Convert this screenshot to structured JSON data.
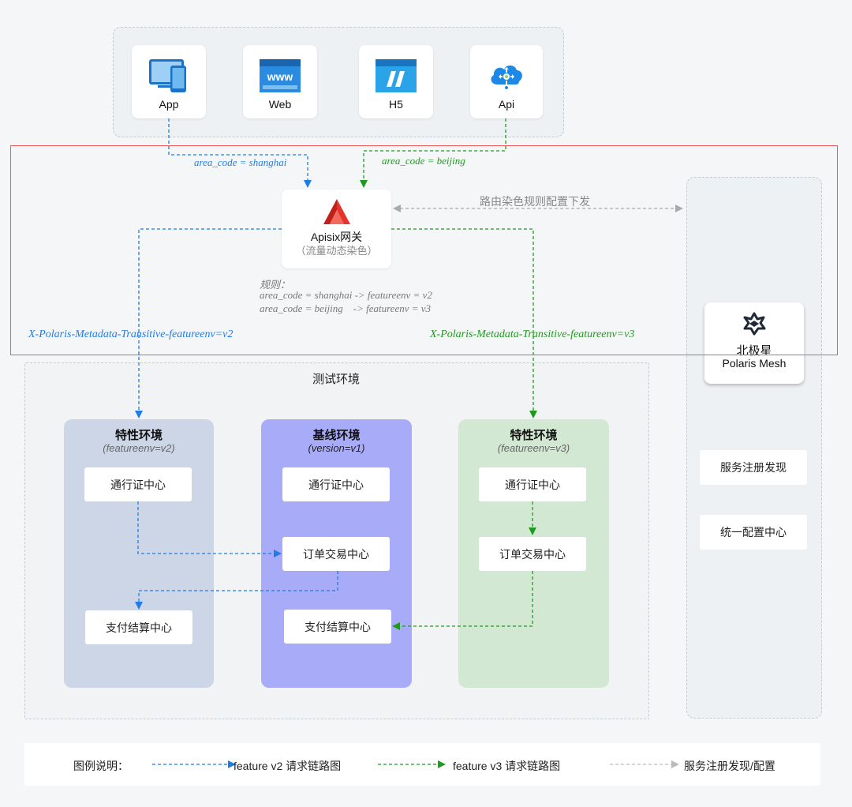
{
  "clients": [
    {
      "label": "App",
      "icon": "tablet-phone-icon"
    },
    {
      "label": "Web",
      "icon": "www-browser-icon"
    },
    {
      "label": "H5",
      "icon": "h5-window-icon"
    },
    {
      "label": "Api",
      "icon": "cloud-api-icon"
    }
  ],
  "gateway": {
    "title": "Apisix网关",
    "subtitle": "（流量动态染色）"
  },
  "labels": {
    "area_shanghai": "area_code = shanghai",
    "area_beijing": "area_code = beijing",
    "route_config": "路由染色规则配置下发",
    "rule_title": "规则：",
    "rule_1": "area_code = shanghai -> featureenv = v2",
    "rule_2": "area_code = beijing    -> featureenv = v3",
    "header_v2": "X-Polaris-Metadata-Transitive-featureenv=v2",
    "header_v3": "X-Polaris-Metadata-Transitive-featureenv=v3"
  },
  "polaris": {
    "title": "北极星",
    "subtitle": "Polaris Mesh",
    "services": [
      "服务注册发现",
      "统一配置中心"
    ]
  },
  "test_env": {
    "title": "测试环境",
    "envs": [
      {
        "title": "特性环境",
        "subtitle": "(featureenv=v2)",
        "color": "#cdd6e6",
        "services": [
          "通行证中心",
          "支付结算中心"
        ]
      },
      {
        "title": "基线环境",
        "subtitle": "(version=v1)",
        "color": "#a8abf7",
        "services": [
          "通行证中心",
          "订单交易中心",
          "支付结算中心"
        ]
      },
      {
        "title": "特性环境",
        "subtitle": "(featureenv=v3)",
        "color": "#d3e8d3",
        "services": [
          "通行证中心",
          "订单交易中心"
        ]
      }
    ]
  },
  "legend": {
    "title": "图例说明：",
    "items": [
      {
        "label": "feature v2 请求链路图",
        "color": "#1f7ce8"
      },
      {
        "label": "feature v3 请求链路图",
        "color": "#1e9a1e"
      },
      {
        "label": "服务注册发现/配置",
        "color": "#bbbbbb"
      }
    ]
  },
  "colors": {
    "v2": "#1f7ce8",
    "v3": "#1e9a1e",
    "config": "#aaaaaa",
    "highlight": "#ef5a5a"
  }
}
